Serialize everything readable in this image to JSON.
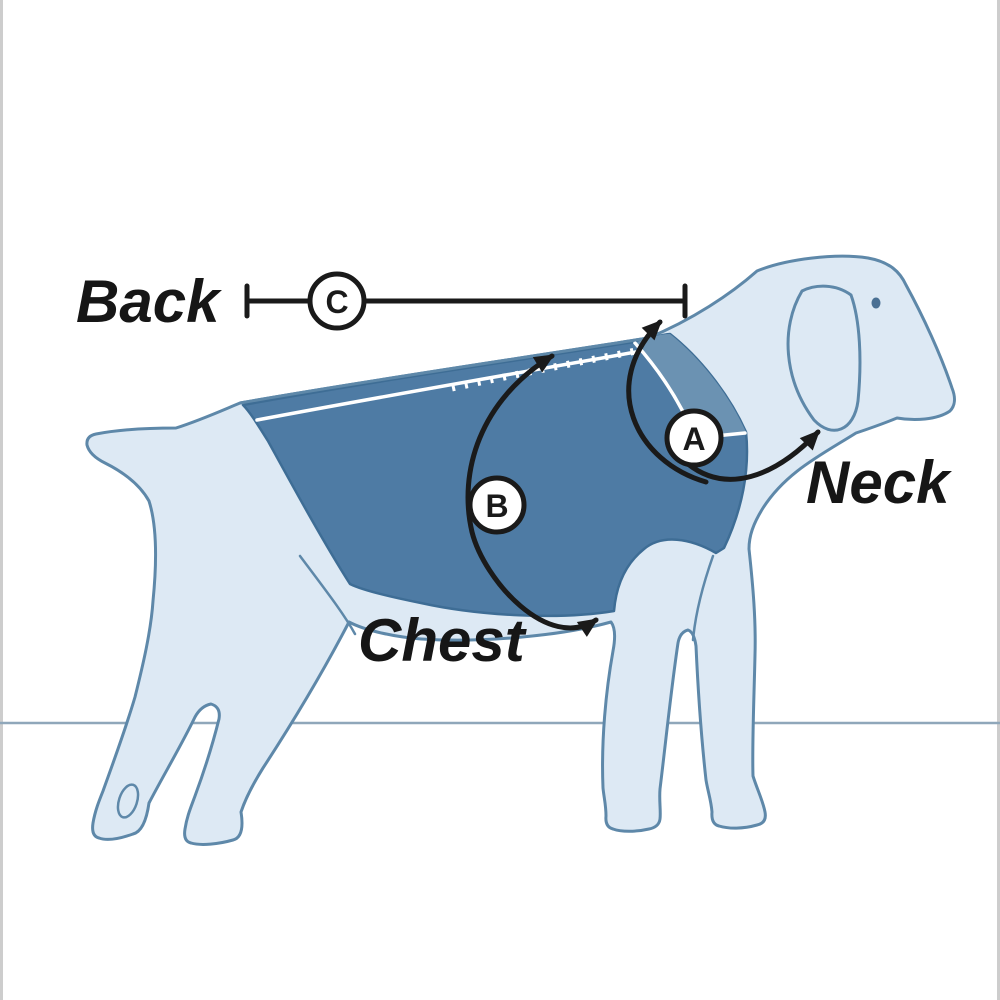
{
  "figure": {
    "labels": {
      "back": "Back",
      "neck": "Neck",
      "chest": "Chest"
    },
    "markers": {
      "neck": "A",
      "chest": "B",
      "back": "C"
    },
    "colors": {
      "background": "#ffffff",
      "dog_body": "#dde9f4",
      "dog_outline": "#5e88a9",
      "coat": "#4e7ba4",
      "coat_outline": "#3e6d95",
      "coat_collar": "#6b92b2",
      "coat_trim": "#ffffff",
      "annotation": "#1a1a1a",
      "ground_line": "#8fa7ba"
    }
  }
}
